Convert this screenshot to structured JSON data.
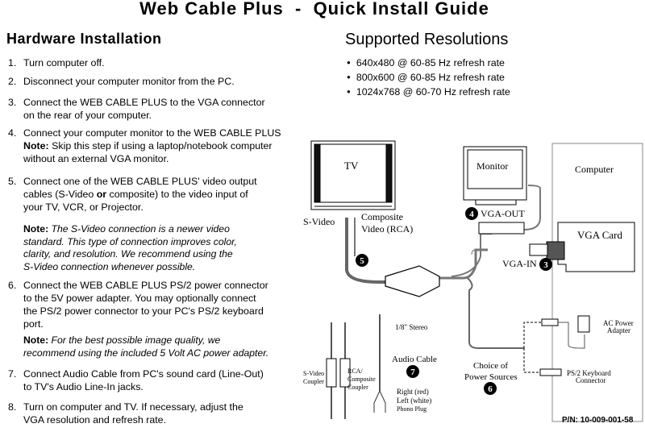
{
  "title": "Web Cable Plus  -  Quick Install Guide",
  "hardware": {
    "heading": "Hardware Installation",
    "steps": [
      {
        "num": "1.",
        "lines": [
          "Turn computer off."
        ]
      },
      {
        "num": "2.",
        "lines": [
          "Disconnect your computer monitor from the PC."
        ]
      },
      {
        "num": "3.",
        "lines": [
          "Connect the WEB CABLE PLUS to the VGA connector",
          "on the rear of your computer."
        ]
      },
      {
        "num": "4.",
        "lines": [
          "Connect your computer monitor to the WEB CABLE PLUS"
        ],
        "note_label": "Note:",
        "note_lines": [
          " Skip this step if using a laptop/notebook computer",
          "without an external VGA monitor."
        ]
      },
      {
        "num": "5.",
        "lines": [
          "Connect one of the WEB CABLE PLUS' video output",
          "cables (S-Video ",
          "or",
          " composite) to the video input of",
          "your TV, VCR, or Projector."
        ],
        "note_label": "Note:",
        "note_lines": [
          " The S-Video connection is a newer video",
          "standard.  This type of connection improves color,",
          "clarity, and resolution.  We recommend using the",
          "S-Video connection whenever possible."
        ]
      },
      {
        "num": "6.",
        "lines": [
          "Connect the WEB CABLE PLUS PS/2 power connector",
          "to the 5V power adapter.  You may optionally connect",
          "the PS/2 power connector to your PC's PS/2 keyboard",
          "port."
        ],
        "note_label": "Note:",
        "note_lines": [
          " For the best possible image quality, we",
          "recommend using the included 5 Volt AC power adapter."
        ]
      },
      {
        "num": "7.",
        "lines": [
          "Connect Audio Cable from PC's sound card (Line-Out)",
          "to TV's Audio Line-In jacks."
        ]
      },
      {
        "num": "8.",
        "lines": [
          "Turn on computer and TV.  If necessary, adjust the",
          "VGA resolution and refresh rate."
        ]
      }
    ]
  },
  "resolutions": {
    "heading": "Supported Resolutions",
    "items": [
      "640x480 @ 60-85 Hz refresh rate",
      "800x600 @ 60-85 Hz refresh rate",
      "1024x768 @ 60-70 Hz refresh rate"
    ]
  },
  "diagram": {
    "tv": "TV",
    "monitor": "Monitor",
    "computer": "Computer",
    "vga_card": "VGA Card",
    "vga_out": "VGA-OUT",
    "vga_in": "VGA-IN",
    "svideo": "S-Video",
    "composite1": "Composite",
    "composite2": "Video (RCA)",
    "svideo_coupler1": "S-Video",
    "svideo_coupler2": "Coupler",
    "rca_coupler1": "RCA/",
    "rca_coupler2": "Composite",
    "rca_coupler3": "Coupler",
    "stereo": "1/8\" Stereo",
    "audio_cable": "Audio Cable",
    "right": "Right (red)",
    "left": "Left (white)",
    "phono": "Phono Plug",
    "power1": "Choice of",
    "power2": "Power Sources",
    "ac1": "AC Power",
    "ac2": "Adapter",
    "ps2_1": "PS/2 Keyboard",
    "ps2_2": "Connector",
    "badge3": "3",
    "badge4": "4",
    "badge5": "5",
    "badge6": "6",
    "badge7": "7"
  },
  "part_number": "P/N: 10-009-001-58"
}
